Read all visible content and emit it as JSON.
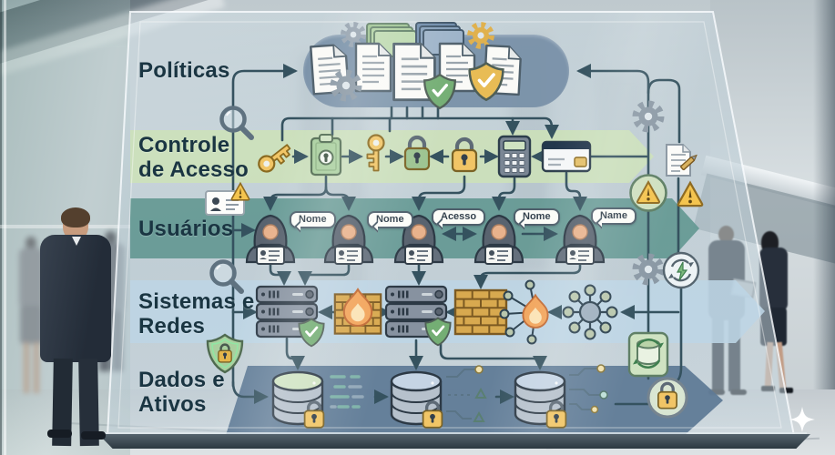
{
  "panel": {
    "row_labels": [
      {
        "id": "politicas",
        "lines": [
          "Políticas",
          ""
        ]
      },
      {
        "id": "controle-de-acesso",
        "lines": [
          "Controle",
          "de Acesso"
        ]
      },
      {
        "id": "usuarios",
        "lines": [
          "Usuários",
          ""
        ]
      },
      {
        "id": "sistemas-e-redes",
        "lines": [
          "Sistemas e",
          "Redes"
        ]
      },
      {
        "id": "dados-e-ativos",
        "lines": [
          "Dados e",
          "Ativos"
        ]
      }
    ],
    "user_tags": [
      {
        "text": "Nome"
      },
      {
        "text": "Nome"
      },
      {
        "text": "Acesso"
      },
      {
        "text": "Nome"
      },
      {
        "text": "Name"
      }
    ]
  },
  "icons": [
    "document",
    "gear",
    "shield-check",
    "magnifier",
    "key",
    "clipboard-lock",
    "padlock",
    "calculator",
    "credit-card",
    "id-badge-warning",
    "warning-triangle",
    "hooded-user",
    "server-stack",
    "firewall-bricks",
    "flame",
    "network-hub",
    "database",
    "code-lines",
    "circuit-traces",
    "document-pencil",
    "refresh-bolt",
    "database-refresh",
    "padlock-circle",
    "shield-lock",
    "sparkle"
  ],
  "colors": {
    "band_green": "#cfe2bb",
    "band_teal": "#649893",
    "band_blue": "#c0d5e4",
    "band_slate": "#5f7a96",
    "blob_gray_blue": "#7b93a9",
    "connector": "#35525f",
    "gold": "#f1c566",
    "green": "#8fbf86",
    "label_text": "#1a3542"
  }
}
